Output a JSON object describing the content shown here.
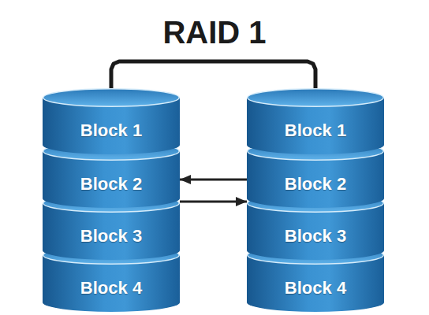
{
  "diagram": {
    "title": "RAID 1",
    "nodes": [
      {
        "text": [
          "Block 1"
        ]
      },
      {
        "text": [
          "Block 2"
        ]
      },
      {
        "text": [
          "Block 3"
        ]
      },
      {
        "text": [
          "Block 4"
        ]
      },
      {
        "text": [
          "Block 1"
        ]
      },
      {
        "text": [
          "Block 2"
        ]
      },
      {
        "text": [
          "Block 3"
        ]
      },
      {
        "text": [
          "Block 4"
        ]
      }
    ],
    "edges": [
      {
        "from": 0,
        "to": 4,
        "arrow": "none"
      },
      {
        "from": 5,
        "to": 1,
        "arrow": "to"
      },
      {
        "from": 1,
        "to": 5,
        "arrow": "to"
      }
    ]
  }
}
